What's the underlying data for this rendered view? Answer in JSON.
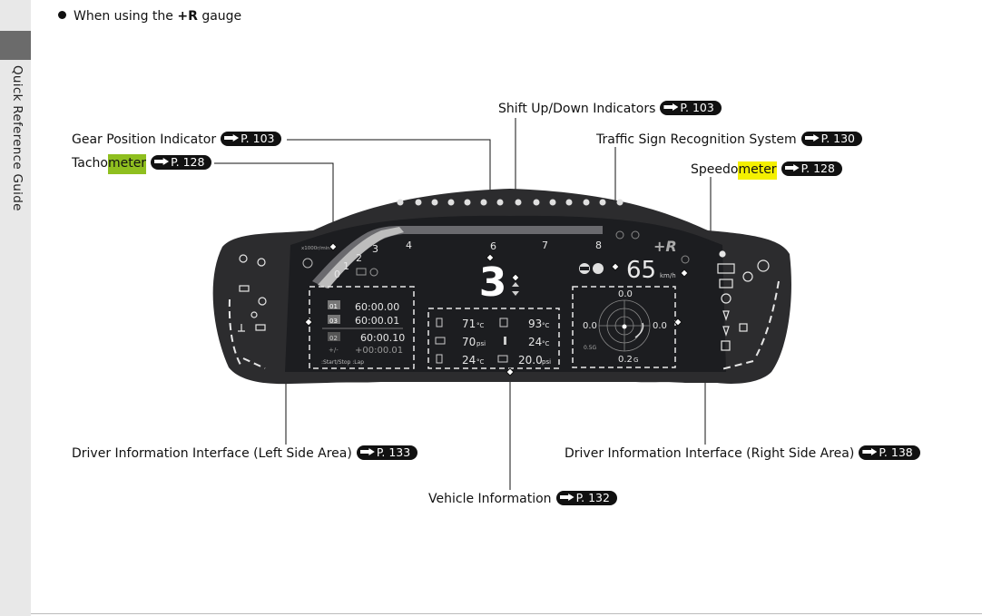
{
  "sidebar": {
    "title": "Quick Reference Guide"
  },
  "heading": {
    "prefix": "When using the ",
    "bold": "+R",
    "suffix": " gauge"
  },
  "callouts": {
    "shift": {
      "text": "Shift Up/Down Indicators",
      "ref": "P. 103"
    },
    "gear": {
      "text": "Gear Position Indicator",
      "ref": "P. 103"
    },
    "tach": {
      "text_a": "Tacho",
      "text_b": "meter",
      "ref": "P. 128"
    },
    "traffic": {
      "text": "Traffic Sign Recognition System",
      "ref": "P. 130"
    },
    "speedo": {
      "text_a": "Speedo",
      "text_b": "meter",
      "ref": "P. 128"
    },
    "dii_left": {
      "text": "Driver Information Interface (Left Side Area)",
      "ref": "P. 133"
    },
    "dii_right": {
      "text": "Driver Information Interface (Right Side Area)",
      "ref": "P. 138"
    },
    "vehicle": {
      "text": "Vehicle Information",
      "ref": "P. 132"
    }
  },
  "gauge": {
    "gear": "3",
    "speed": "65",
    "speed_unit": "km/h",
    "tach_unit": "x1000r/min",
    "tach_ticks": [
      "0",
      "1",
      "2",
      "3",
      "4",
      "6",
      "7",
      "8"
    ],
    "brand": "+R",
    "lap": {
      "rows": [
        {
          "tag": "01",
          "time": "60:00.00"
        },
        {
          "tag": "03",
          "time": "60:00.01"
        },
        {
          "tag": "02",
          "time": "60:00.10"
        },
        {
          "tag": "+/-",
          "time": "+00:00.01"
        }
      ],
      "footer": ":Start/Stop  :Lap"
    },
    "vehicle_info": [
      {
        "value": "71",
        "unit": "°C"
      },
      {
        "value": "93",
        "unit": "°C"
      },
      {
        "value": "70",
        "unit": "psi"
      },
      {
        "value": "24",
        "unit": "°C"
      },
      {
        "value": "24",
        "unit": "°C"
      },
      {
        "value": "20.0",
        "unit": "psi"
      }
    ],
    "gmeter": {
      "top": "0.0",
      "left": "0.0",
      "right": "0.0",
      "bottom": "0.2",
      "bottom_unit": "G",
      "scale": "0.5G"
    },
    "icons": {
      "left": [
        "tpms-icon",
        "check-engine-icon",
        "high-beam-icon",
        "front-fog-icon",
        "parking-light-icon",
        "coolant-icon",
        "low-beam-icon"
      ],
      "right": [
        "brake-hold-icon",
        "auto-hold-icon",
        "abs-icon",
        "brake-icon",
        "seatbelt-icon",
        "airbag-icon",
        "fuel-icon",
        "door-icon"
      ]
    },
    "colors": {
      "panel": "#2c2c2e",
      "screen": "#1c1d20",
      "dash": "#dddddd",
      "accent_green": "#8fbf1f",
      "accent_yellow": "#f4f000"
    }
  }
}
